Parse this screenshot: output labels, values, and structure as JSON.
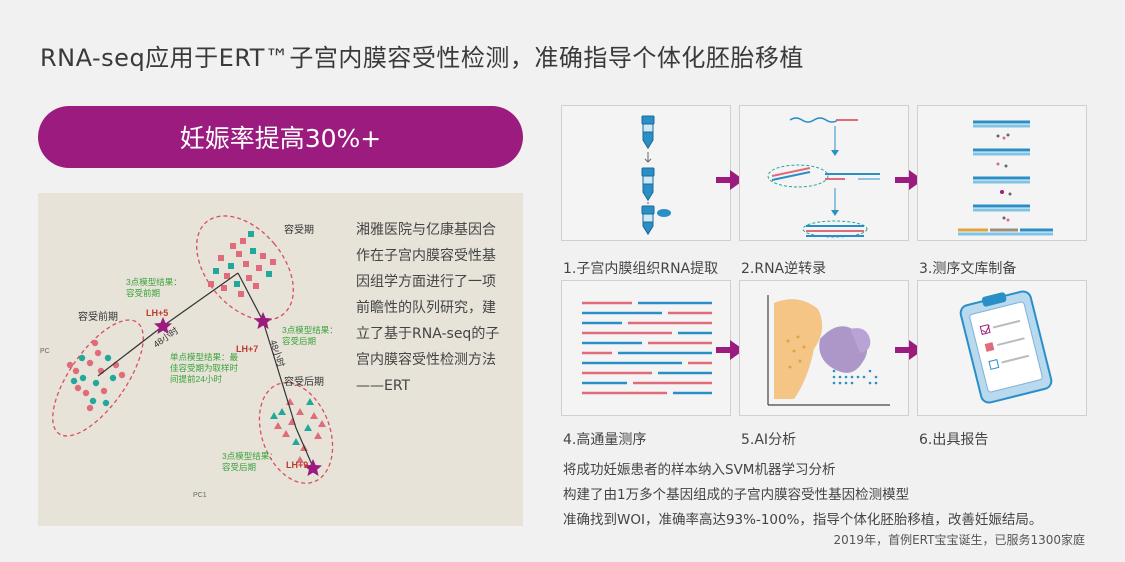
{
  "title": "RNA-seq应用于ERT™子宫内膜容受性检测，准确指导个体化胚胎移植",
  "highlight": "妊娠率提高30%+",
  "description": [
    "湘雅医院与亿康基因合",
    "作在子宫内膜容受性基",
    "因组学方面进行了一项",
    "前瞻性的队列研究，建",
    "立了基于RNA-seq的子",
    "宫内膜容受性检测方法",
    "——ERT"
  ],
  "plot": {
    "cluster_labels": [
      "容受前期",
      "容受期",
      "容受后期"
    ],
    "markers": [
      "LH+5",
      "LH+7",
      "LH+9"
    ],
    "intervals": [
      "48小时",
      "48小时"
    ],
    "annotations": {
      "pre_result": [
        "3点模型结果：",
        "容受前期"
      ],
      "post_result": [
        "3点模型结果：",
        "容受后期"
      ],
      "post_result2": [
        "3点模型结果：",
        "容受后期"
      ],
      "single_result": [
        "单点模型结果：最",
        "佳容受期为取样时",
        "间提前24小时"
      ]
    },
    "axis_small": [
      "PC",
      "PC1"
    ]
  },
  "steps": [
    {
      "label": "1.子宫内膜组织RNA提取"
    },
    {
      "label": "2.RNA逆转录"
    },
    {
      "label": "3.测序文库制备"
    },
    {
      "label": "4.高通量测序"
    },
    {
      "label": "5.AI分析"
    },
    {
      "label": "6.出具报告"
    }
  ],
  "notes": [
    "将成功妊娠患者的样本纳入SVM机器学习分析",
    "构建了由1万多个基因组成的子宫内膜容受性基因检测模型",
    "准确找到WOI，准确率高达93%-100%，指导个体化胚胎移植，改善妊娠结局。"
  ],
  "footer": "2019年，首例ERT宝宝诞生，已服务1300家庭",
  "colors": {
    "accent": "#9b1c7e",
    "teal": "#22a89a",
    "pink": "#e06b7a",
    "arrow": "#9b1c7e"
  }
}
